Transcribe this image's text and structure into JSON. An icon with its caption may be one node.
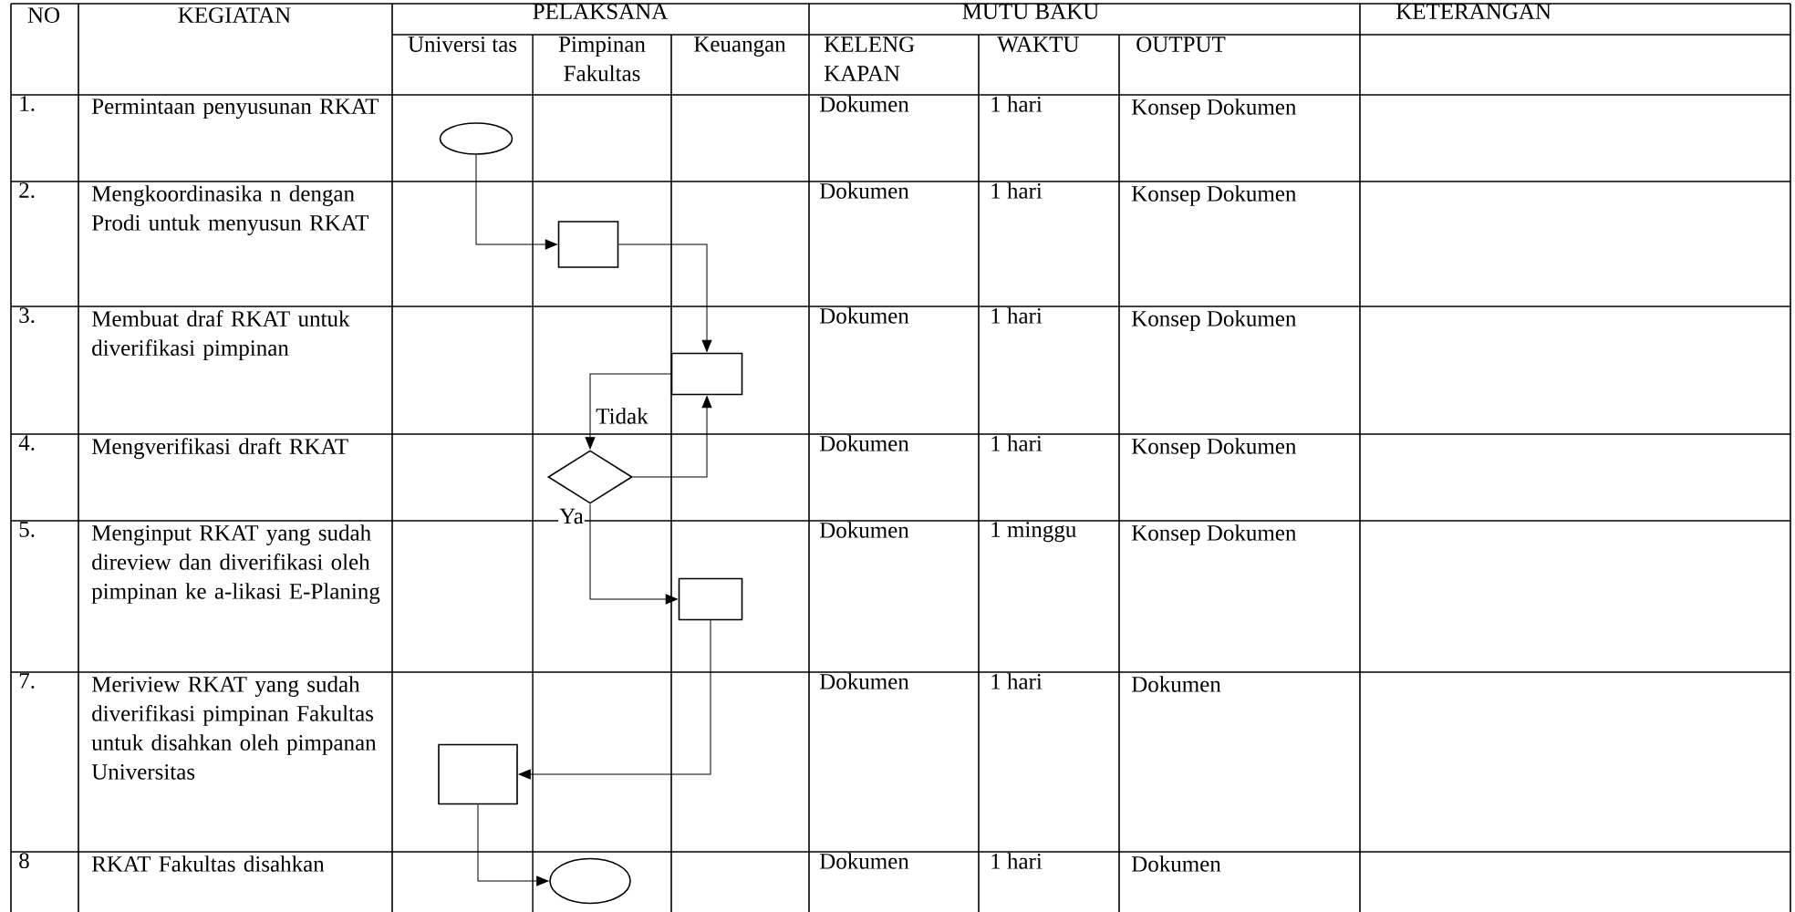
{
  "diagram": {
    "nodes": [
      {
        "text": [],
        "shape": "ellipse"
      },
      {
        "text": [],
        "shape": "box"
      },
      {
        "text": [],
        "shape": "box"
      },
      {
        "text": [],
        "shape": "diamond"
      },
      {
        "text": [],
        "shape": "box"
      },
      {
        "text": [],
        "shape": "box"
      },
      {
        "text": [],
        "shape": "ellipse"
      }
    ],
    "edges": [
      {
        "from": 0,
        "to": 1,
        "arrow": "to"
      },
      {
        "from": 1,
        "to": 2,
        "arrow": "to"
      },
      {
        "from": 2,
        "to": 3,
        "arrow": "to",
        "label": "Tidak"
      },
      {
        "from": 3,
        "to": 2,
        "arrow": "to"
      },
      {
        "from": 3,
        "to": 4,
        "arrow": "to",
        "label": "Ya"
      },
      {
        "from": 4,
        "to": 5,
        "arrow": "to"
      },
      {
        "from": 5,
        "to": 6,
        "arrow": "to"
      }
    ],
    "labels": [
      "NO",
      "KEGIATAN",
      "PELAKSANA",
      "MUTU BAKU",
      "KETERANGAN",
      "Universi tas",
      "Pimpinan Fakultas",
      "Keuangan",
      "KELENG KAPAN",
      "WAKTU",
      "OUTPUT",
      "1.",
      "Permintaan penyusunan RKAT",
      "Dokumen",
      "1 hari",
      "Konsep Dokumen",
      "2.",
      "Mengkoordinasika n dengan Prodi untuk menyusun RKAT",
      "Dokumen",
      "1 hari",
      "Konsep Dokumen",
      "3.",
      "Membuat draf RKAT untuk diverifikasi pimpinan",
      "Dokumen",
      "1 hari",
      "Konsep Dokumen",
      "4.",
      "Mengverifikasi draft RKAT",
      "Dokumen",
      "1 hari",
      "Konsep Dokumen",
      "5.",
      "Menginput RKAT yang sudah direview dan diverifikasi oleh pimpinan ke a-likasi E-Planing",
      "Dokumen",
      "1 minggu",
      "Konsep Dokumen",
      "7.",
      "Meriview RKAT yang sudah diverifikasi pimpinan Fakultas untuk disahkan oleh pimpanan Universitas",
      "Dokumen",
      "1 hari",
      "Dokumen",
      "8",
      "RKAT Fakultas disahkan",
      "Dokumen",
      "1 hari",
      "Dokumen"
    ]
  }
}
